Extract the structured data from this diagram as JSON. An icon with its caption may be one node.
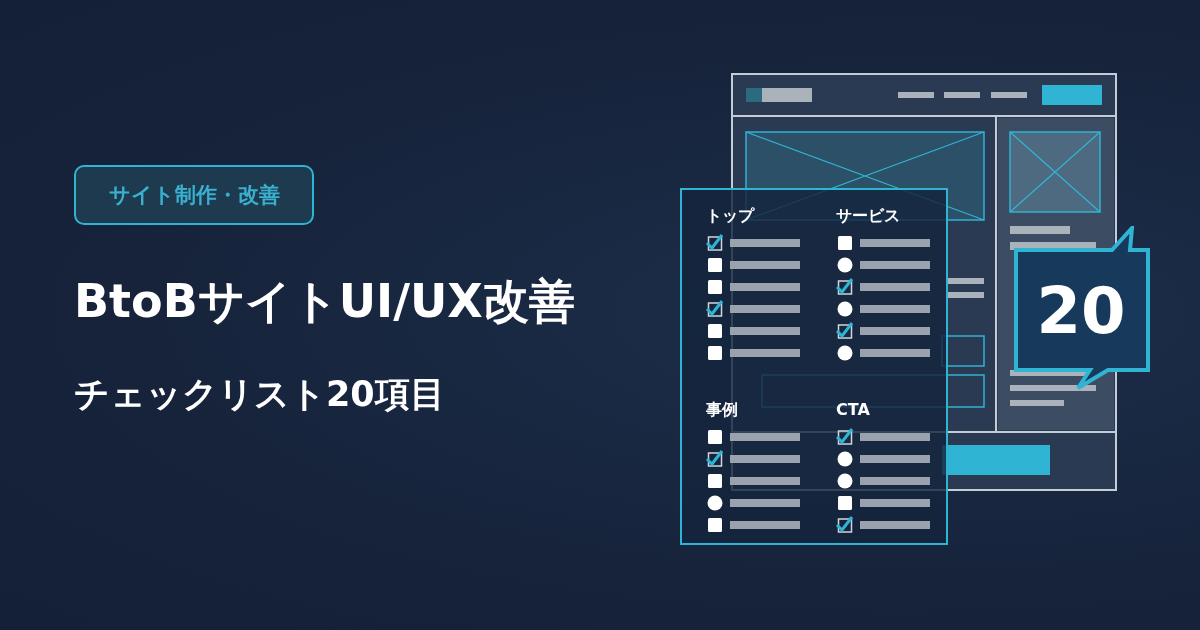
{
  "diagram": {
    "title": "BtoBサイトUI/UX改善",
    "nodes": [
      {
        "text": [
          "サイト制作・改善"
        ]
      },
      {
        "text": [
          "トップ",
          "サービス",
          "事例",
          "CTA"
        ]
      },
      {
        "text": [
          "20"
        ]
      }
    ],
    "labels": [
      "チェックリスト20項目"
    ]
  }
}
